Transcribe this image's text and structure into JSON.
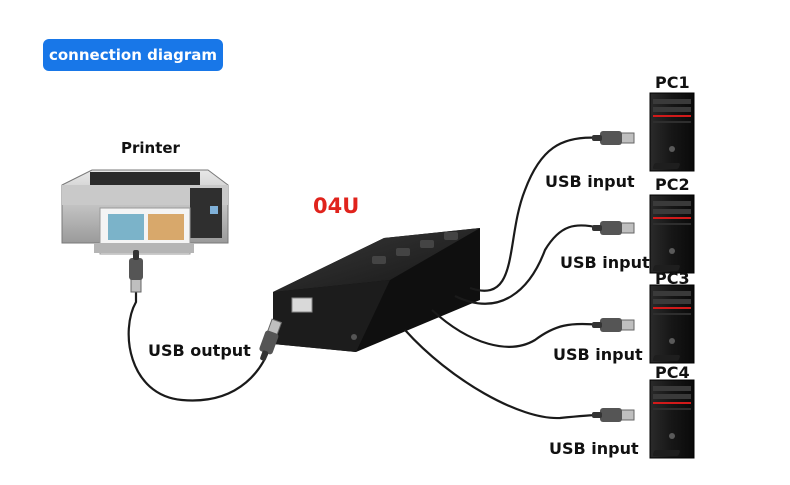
{
  "header": {
    "title": "connection diagram"
  },
  "printer": {
    "label": "Printer"
  },
  "switch": {
    "model": "04U"
  },
  "output": {
    "label": "USB output"
  },
  "computers": [
    {
      "label": "PC1",
      "cable_label": "USB input"
    },
    {
      "label": "PC2",
      "cable_label": "USB input"
    },
    {
      "label": "PC3",
      "cable_label": "USB input"
    },
    {
      "label": "PC4",
      "cable_label": "USB input"
    }
  ],
  "colors": {
    "badge": "#1877e8",
    "model_text": "#e0231c",
    "cable": "#1a1a1a",
    "tower": "#141414",
    "tower_accent": "#d11a1a"
  }
}
